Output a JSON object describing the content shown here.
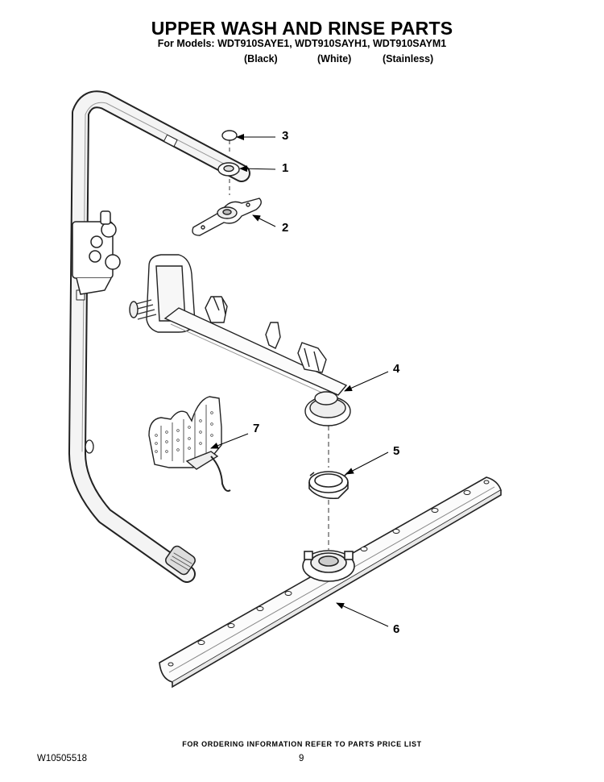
{
  "header": {
    "title": "UPPER WASH AND RINSE PARTS",
    "models_line": "For Models: WDT910SAYE1, WDT910SAYH1, WDT910SAYM1",
    "color_labels": [
      "(Black)",
      "(White)",
      "(Stainless)"
    ]
  },
  "callouts": {
    "c1": "1",
    "c2": "2",
    "c3": "3",
    "c4": "4",
    "c5": "5",
    "c6": "6",
    "c7": "7"
  },
  "footer": {
    "ordering_note": "FOR ORDERING INFORMATION REFER TO PARTS PRICE LIST",
    "document_number": "W10505518",
    "page_number": "9"
  }
}
